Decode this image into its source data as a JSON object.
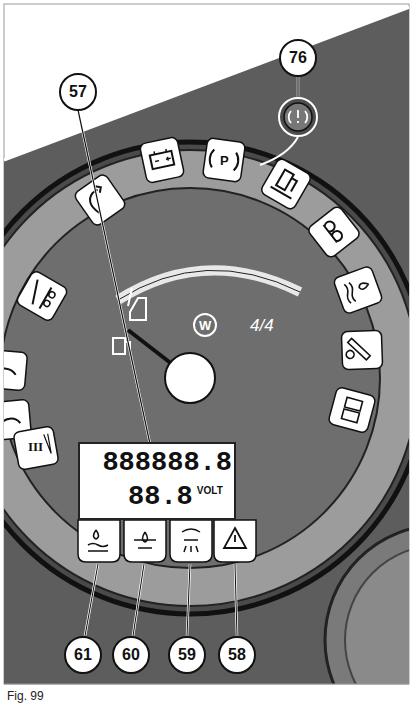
{
  "diagram": {
    "caption": "Fig. 99",
    "nodes": [
      {
        "text": [
          "57"
        ]
      },
      {
        "text": [
          "76"
        ]
      },
      {
        "text": [
          "888888.8",
          "88.8",
          "VOLT"
        ]
      },
      {
        "text": [
          "61"
        ]
      },
      {
        "text": [
          "60"
        ]
      },
      {
        "text": [
          "59"
        ]
      },
      {
        "text": [
          "58"
        ]
      }
    ],
    "labels": [
      "W",
      "4/4",
      "P",
      "III"
    ]
  }
}
